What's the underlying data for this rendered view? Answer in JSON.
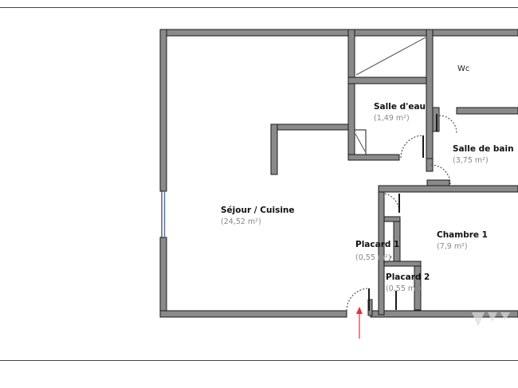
{
  "rooms": {
    "sejour": {
      "name": "Séjour / Cuisine",
      "area": "(24,52 m²)"
    },
    "salle_eau": {
      "name": "Salle d'eau",
      "area": "(1,49 m²)"
    },
    "wc": {
      "name": "Wc"
    },
    "salle_bain": {
      "name": "Salle de bain",
      "area": "(3,75 m²)"
    },
    "chambre1": {
      "name": "Chambre 1",
      "area": "(7,9 m²)"
    },
    "placard1": {
      "name": "Placard 1",
      "area": "(0,55 m²)"
    },
    "placard2": {
      "name": "Placard 2",
      "area": "(0,55 m²)"
    }
  },
  "colors": {
    "wall_fill": "#8a8a8a",
    "wall_stroke": "#1a1a1a",
    "entrance_arrow": "#e0323a",
    "window": "#4f6fd8",
    "frame_line": "#444444"
  }
}
